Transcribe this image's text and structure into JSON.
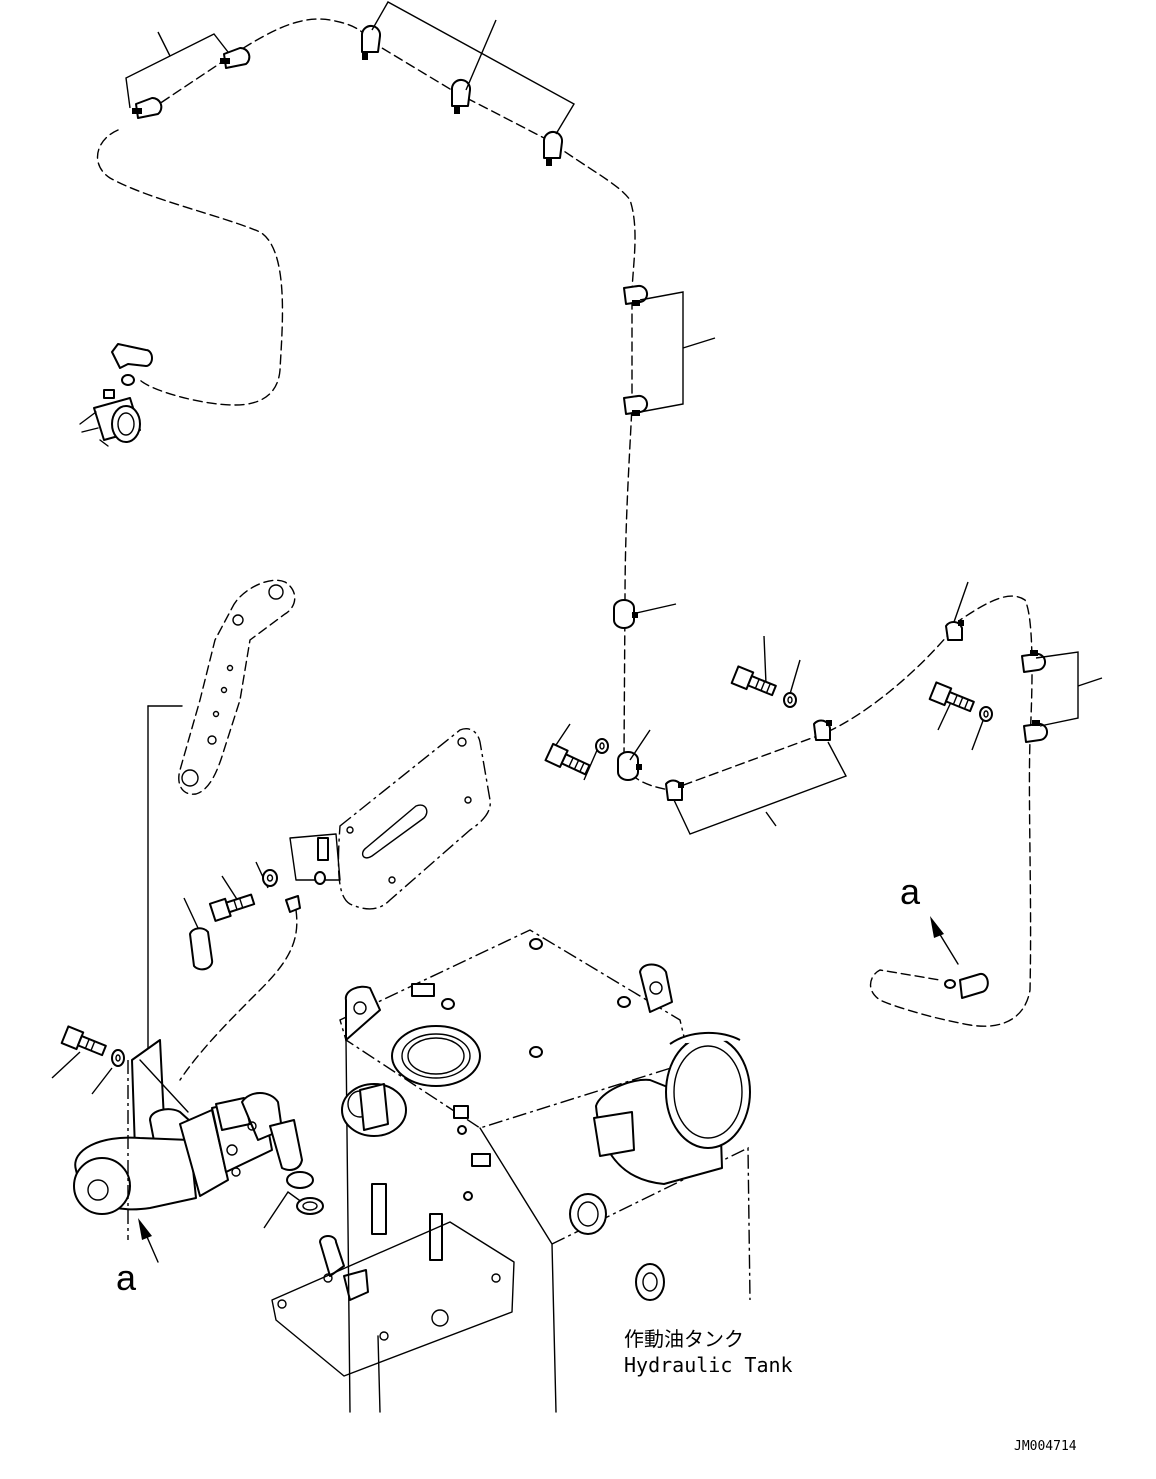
{
  "view_labels": {
    "view_a_top": "a",
    "view_a_bottom": "a"
  },
  "tank_label": {
    "japanese": "作動油タンク",
    "english": "Hydraulic Tank"
  },
  "drawing_number": "JM004714"
}
